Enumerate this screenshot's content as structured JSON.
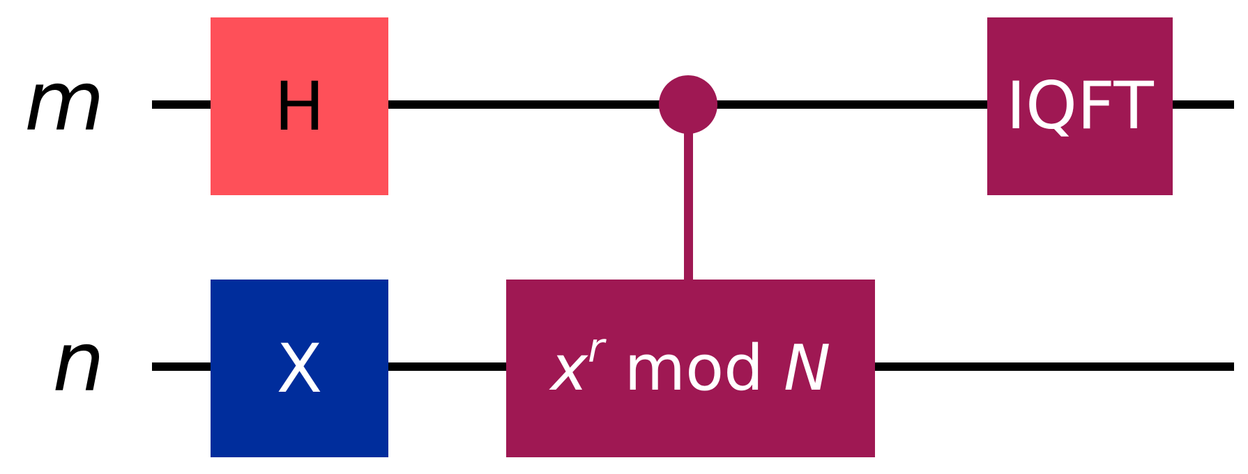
{
  "diagram": {
    "type": "quantum-circuit",
    "qubits": [
      {
        "id": "m",
        "label": "m"
      },
      {
        "id": "n",
        "label": "n"
      }
    ],
    "gates": [
      {
        "id": "h",
        "label": "H",
        "wire": "m",
        "color": "#fe5059",
        "text_color": "#000000"
      },
      {
        "id": "x",
        "label": "X",
        "wire": "n",
        "color": "#002d9c",
        "text_color": "#ffffff"
      },
      {
        "id": "modexp",
        "label_base": "x",
        "label_exp": "r",
        "label_mid": " mod ",
        "label_end": "N",
        "wire": "n",
        "control": "m",
        "color": "#9f1853",
        "text_color": "#ffffff"
      },
      {
        "id": "iqft",
        "label": "IQFT",
        "wire": "m",
        "color": "#9f1853",
        "text_color": "#ffffff"
      }
    ],
    "colors": {
      "wire": "#000000",
      "control": "#9f1853",
      "background": "#ffffff"
    }
  }
}
